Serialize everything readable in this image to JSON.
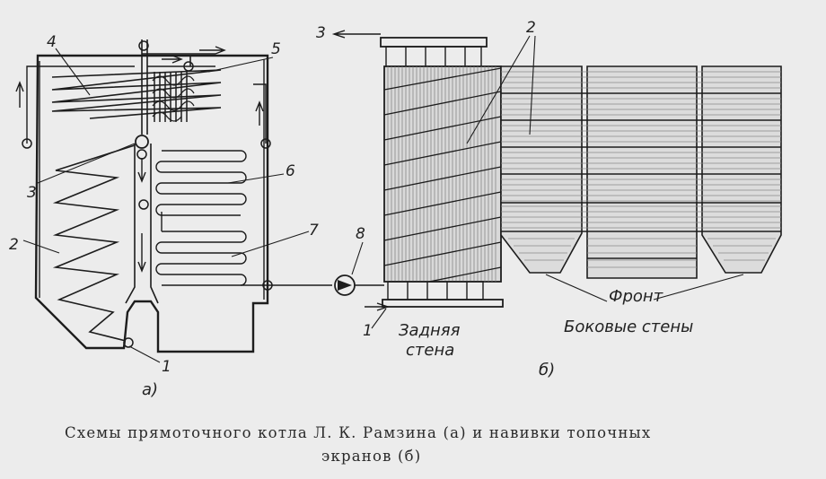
{
  "labels": {
    "n1": "1",
    "n2": "2",
    "n3": "3",
    "n4": "4",
    "n5": "5",
    "n6": "6",
    "n7": "7",
    "n8": "8",
    "sub_a": "а)",
    "sub_b": "б)",
    "rear_wall_1": "Задняя",
    "rear_wall_2": "стена",
    "front": "Фронт",
    "side_walls": "Боковые стены"
  },
  "caption": {
    "line1": "Схемы прямоточного котла Л. К. Рамзина (а) и навивки топочных",
    "line2": "экранов (б)"
  }
}
